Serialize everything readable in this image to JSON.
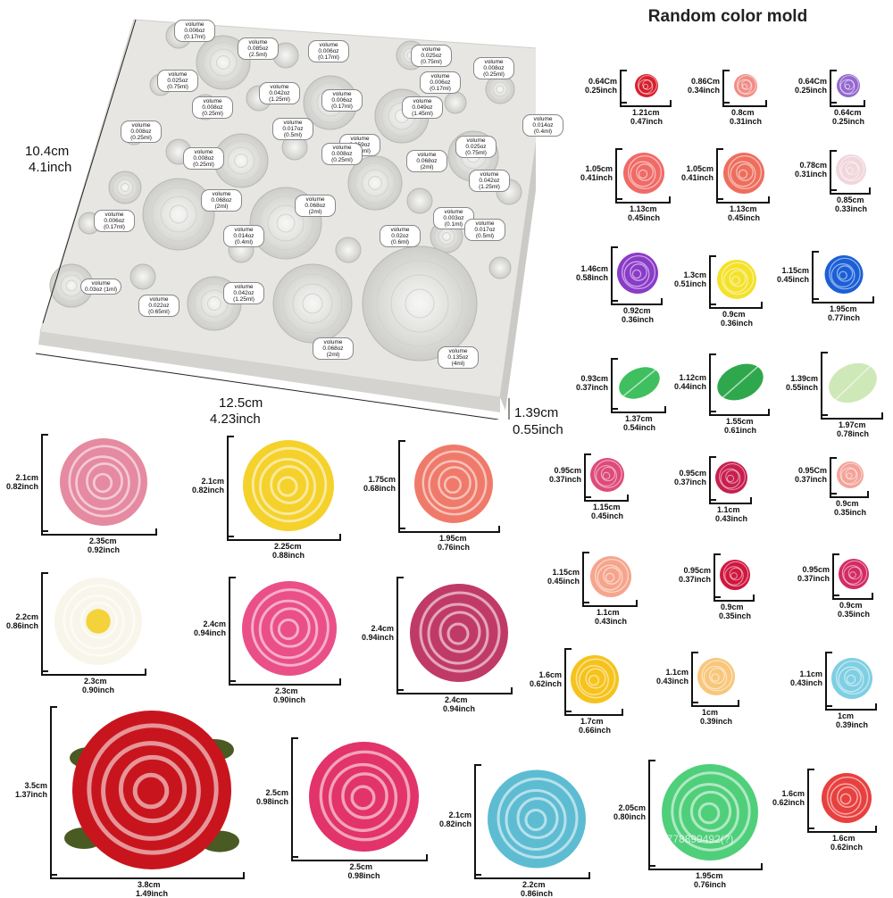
{
  "title": "Random color mold",
  "mold": {
    "width_cm": "12.5cm",
    "width_in": "4.23inch",
    "height_cm": "10.4cm",
    "height_in": "4.1inch",
    "depth_cm": "1.39cm",
    "depth_in": "0.55inch",
    "volumes": [
      "volume 0.006oz (0.17ml)",
      "volume 0.085oz (2.5ml)",
      "volume 0.006oz (0.17ml)",
      "volume 0.025oz (0.75ml)",
      "volume 0.008oz (0.25ml)",
      "volume 0.025oz (0.75ml)",
      "volume 0.008oz (0.25ml)",
      "volume 0.042oz (1.25ml)",
      "volume 0.006oz (0.17ml)",
      "volume 0.049oz (1.45ml)",
      "volume 0.006oz (0.17ml)",
      "volume 0.017oz (0.5ml)",
      "volume 0.014oz (0.4ml)",
      "volume 0.008oz (0.25ml)",
      "volume 0.059oz (1.75ml)",
      "volume 0.008oz (0.25ml)",
      "volume 0.025oz (0.75ml)",
      "volume 0.008oz (0.25ml)",
      "volume 0.068oz (2ml)",
      "volume 0.042oz (1.25ml)",
      "volume 0.068oz (2ml)",
      "volume 0.068oz (2ml)",
      "volume 0.006oz (0.17ml)",
      "volume 0.003oz (0.1ml)",
      "volume 0.014oz (0.4ml)",
      "volume 0.02oz (0.6ml)",
      "volume 0.017oz (0.5ml)",
      "volume 0.03oz (1ml)",
      "volume 0.022oz (0.65ml)",
      "volume 0.042oz (1.25ml)",
      "volume 0.068oz (2ml)",
      "volume 0.135oz (4ml)"
    ]
  },
  "items": [
    {
      "h": "0.64Cm",
      "hi": "0.25inch",
      "w": "1.21cm",
      "wi": "0.47inch",
      "color": "#d81f2e"
    },
    {
      "h": "0.86Cm",
      "hi": "0.34inch",
      "w": "0.8cm",
      "wi": "0.31inch",
      "color": "#f08d86"
    },
    {
      "h": "0.64Cm",
      "hi": "0.25inch",
      "w": "0.64cm",
      "wi": "0.25inch",
      "color": "#9468cf"
    },
    {
      "h": "1.05cm",
      "hi": "0.41inch",
      "w": "1.13cm",
      "wi": "0.45inch",
      "color": "#f06a66"
    },
    {
      "h": "1.05cm",
      "hi": "0.41inch",
      "w": "1.13cm",
      "wi": "0.45inch",
      "color": "#ee6e5e"
    },
    {
      "h": "0.78cm",
      "hi": "0.31inch",
      "w": "0.85cm",
      "wi": "0.33inch",
      "color": "#f1d6dc"
    },
    {
      "h": "1.46cm",
      "hi": "0.58inch",
      "w": "0.92cm",
      "wi": "0.36inch",
      "color": "#8a3bc8"
    },
    {
      "h": "1.3cm",
      "hi": "0.51inch",
      "w": "0.9cm",
      "wi": "0.36inch",
      "color": "#f4e12a"
    },
    {
      "h": "1.15cm",
      "hi": "0.45inch",
      "w": "1.95cm",
      "wi": "0.77inch",
      "color": "#1b5fd6"
    },
    {
      "h": "0.93cm",
      "hi": "0.37inch",
      "w": "1.37cm",
      "wi": "0.54inch",
      "color": "#3fbf5f"
    },
    {
      "h": "1.12cm",
      "hi": "0.44inch",
      "w": "1.55cm",
      "wi": "0.61inch",
      "color": "#2fa84d"
    },
    {
      "h": "1.39cm",
      "hi": "0.55inch",
      "w": "1.97cm",
      "wi": "0.78inch",
      "color": "#cfe8b8"
    },
    {
      "h": "0.95cm",
      "hi": "0.37inch",
      "w": "1.15cm",
      "wi": "0.45inch",
      "color": "#de4b7a"
    },
    {
      "h": "0.95cm",
      "hi": "0.37inch",
      "w": "1.1cm",
      "wi": "0.43inch",
      "color": "#c81f4f"
    },
    {
      "h": "0.95Cm",
      "hi": "0.37inch",
      "w": "0.9cm",
      "wi": "0.35inch",
      "color": "#f4a39a"
    },
    {
      "h": "1.15cm",
      "hi": "0.45inch",
      "w": "1.1cm",
      "wi": "0.43inch",
      "color": "#f6a58c"
    },
    {
      "h": "0.95cm",
      "hi": "0.37inch",
      "w": "0.9cm",
      "wi": "0.35inch",
      "color": "#d0173f"
    },
    {
      "h": "0.95cm",
      "hi": "0.37inch",
      "w": "0.9cm",
      "wi": "0.35inch",
      "color": "#d42b64"
    },
    {
      "h": "1.6cm",
      "hi": "0.62inch",
      "w": "1.7cm",
      "wi": "0.66inch",
      "color": "#f6c21c"
    },
    {
      "h": "1.1cm",
      "hi": "0.43inch",
      "w": "1cm",
      "wi": "0.39inch",
      "color": "#f8c77c"
    },
    {
      "h": "1.1cm",
      "hi": "0.43inch",
      "w": "1cm",
      "wi": "0.39inch",
      "color": "#7fcfe3"
    },
    {
      "h": "2.1cm",
      "hi": "0.82inch",
      "w": "2.35cm",
      "wi": "0.92inch",
      "color": "#e58aa0"
    },
    {
      "h": "2.1cm",
      "hi": "0.82inch",
      "w": "2.25cm",
      "wi": "0.88inch",
      "color": "#f5d12c"
    },
    {
      "h": "1.75cm",
      "hi": "0.68inch",
      "w": "1.95cm",
      "wi": "0.76inch",
      "color": "#f07a6a"
    },
    {
      "h": "2.2cm",
      "hi": "0.86inch",
      "w": "2.3cm",
      "wi": "0.90inch",
      "color": "#f8f6ea"
    },
    {
      "h": "2.4cm",
      "hi": "0.94inch",
      "w": "2.3cm",
      "wi": "0.90inch",
      "color": "#ea4f88"
    },
    {
      "h": "2.4cm",
      "hi": "0.94inch",
      "w": "2.4cm",
      "wi": "0.94inch",
      "color": "#c03a68"
    },
    {
      "h": "3.5cm",
      "hi": "1.37inch",
      "w": "3.8cm",
      "wi": "1.49inch",
      "color": "#c8151d"
    },
    {
      "h": "2.5cm",
      "hi": "0.98inch",
      "w": "2.5cm",
      "wi": "0.98inch",
      "color": "#e2336b"
    },
    {
      "h": "2.1cm",
      "hi": "0.82inch",
      "w": "2.2cm",
      "wi": "0.86inch",
      "color": "#5dbcd2"
    },
    {
      "h": "2.05cm",
      "hi": "0.80inch",
      "w": "1.95cm",
      "wi": "0.76inch",
      "color": "#4fcf7a"
    },
    {
      "h": "1.6cm",
      "hi": "0.62inch",
      "w": "1.6cm",
      "wi": "0.62inch",
      "color": "#e8403e"
    }
  ],
  "watermark": "6778899492(?)"
}
